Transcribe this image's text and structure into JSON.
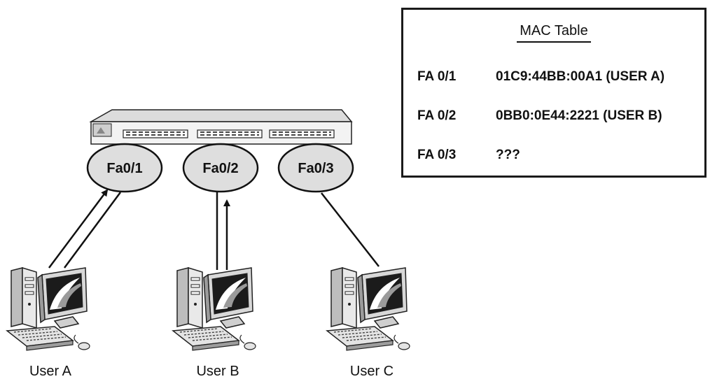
{
  "switch": {
    "ports": [
      {
        "label": "Fa0/1"
      },
      {
        "label": "Fa0/2"
      },
      {
        "label": "Fa0/3"
      }
    ]
  },
  "users": [
    {
      "label": "User A"
    },
    {
      "label": "User B"
    },
    {
      "label": "User C"
    }
  ],
  "mac_table": {
    "title": "MAC Table",
    "rows": [
      {
        "port": "FA 0/1",
        "address": "01C9:44BB:00A1 (USER A)"
      },
      {
        "port": "FA 0/2",
        "address": "0BB0:0E44:2221 (USER B)"
      },
      {
        "port": "FA 0/3",
        "address": "???"
      }
    ]
  }
}
